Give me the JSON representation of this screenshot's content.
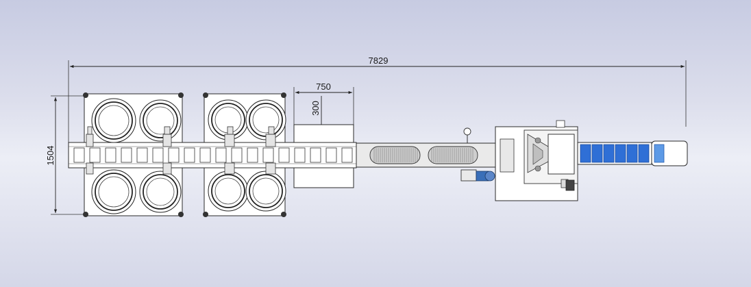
{
  "dimensions": {
    "overall_length": "7829",
    "overall_width": "1504",
    "table_length": "750",
    "table_width": "300"
  },
  "colors": {
    "line": "#2a2a2a",
    "fill_white": "#ffffff",
    "fill_grey": "#d8d8d8",
    "conveyor_blue": "#2f6fd6",
    "motor_blue": "#3a6fb8"
  }
}
